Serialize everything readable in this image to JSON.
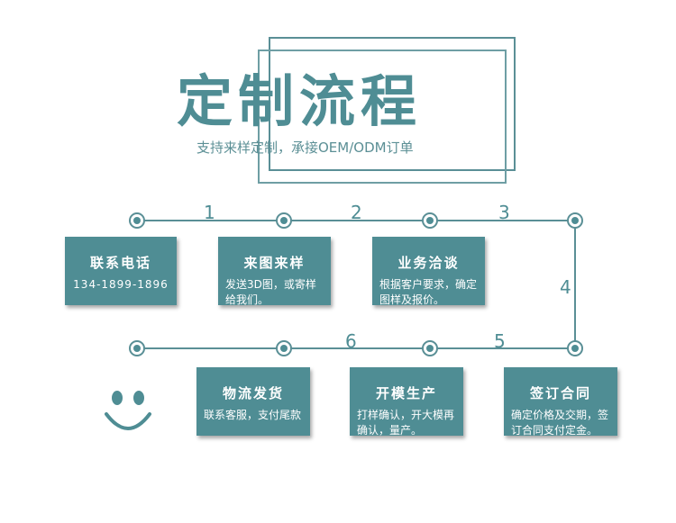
{
  "header": {
    "title": "定制流程",
    "subtitle": "支持来样定制，承接OEM/ODM订单"
  },
  "colors": {
    "accent": "#4f8d94",
    "frame": "#5a8f96"
  },
  "steps": [
    {
      "number": "1",
      "title": "联系电话",
      "desc": "134-1899-1896"
    },
    {
      "number": "2",
      "title": "来图来样",
      "desc": "发送3D图，或寄样给我们。"
    },
    {
      "number": "3",
      "title": "业务洽谈",
      "desc": "根据客户要求，确定图样及报价。"
    },
    {
      "number": "4",
      "title": "签订合同",
      "desc": "确定价格及交期，签订合同支付定金。"
    },
    {
      "number": "5",
      "title": "开模生产",
      "desc": "打样确认，开大模再确认，量产。"
    },
    {
      "number": "6",
      "title": "物流发货",
      "desc": "联系客服，支付尾款"
    }
  ],
  "decoration": {
    "icon": "smiley-icon"
  }
}
